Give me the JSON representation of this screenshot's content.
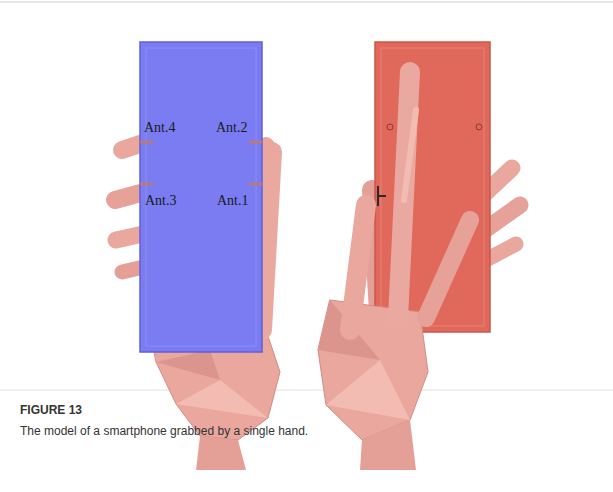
{
  "diagram": {
    "caption": "The model of a smartphone grabbed by a single hand.",
    "labels": [
      "Ant.4",
      "Ant.2",
      "Ant.3",
      "Ant.1",
      "FIGURE 13"
    ]
  }
}
